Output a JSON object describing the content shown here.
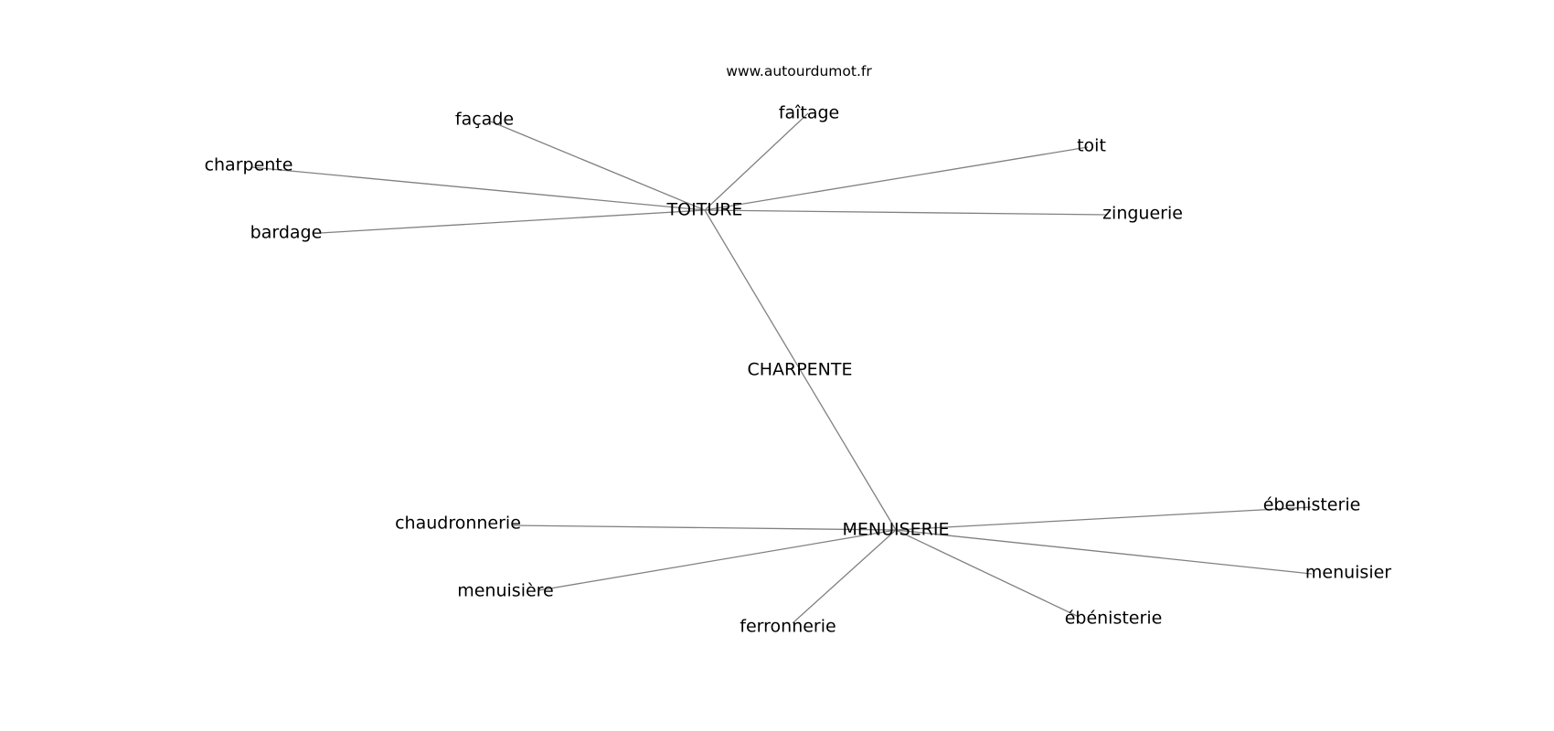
{
  "watermark": "www.autourdumot.fr",
  "colors": {
    "edge": "#808080",
    "text": "#000000",
    "background": "#ffffff"
  },
  "graph": {
    "center": "CHARPENTE",
    "hubs": [
      "TOITURE",
      "MENUISERIE"
    ],
    "nodes": [
      {
        "id": "charpente_center",
        "label": "CHARPENTE"
      },
      {
        "id": "toiture",
        "label": "TOITURE"
      },
      {
        "id": "menuiserie",
        "label": "MENUISERIE"
      },
      {
        "id": "facade",
        "label": "façade"
      },
      {
        "id": "faitage",
        "label": "faîtage"
      },
      {
        "id": "toit",
        "label": "toit"
      },
      {
        "id": "charpente",
        "label": "charpente"
      },
      {
        "id": "zinguerie",
        "label": "zinguerie"
      },
      {
        "id": "bardage",
        "label": "bardage"
      },
      {
        "id": "chaudronnerie",
        "label": "chaudronnerie"
      },
      {
        "id": "ebenisterie1",
        "label": "ébenisterie"
      },
      {
        "id": "menuisier",
        "label": "menuisier"
      },
      {
        "id": "menuisiere",
        "label": "menuisière"
      },
      {
        "id": "ferronnerie",
        "label": "ferronnerie"
      },
      {
        "id": "ebenisterie2",
        "label": "ébénisterie"
      }
    ],
    "edges": [
      [
        "toiture",
        "menuiserie"
      ],
      [
        "toiture",
        "facade"
      ],
      [
        "toiture",
        "faitage"
      ],
      [
        "toiture",
        "toit"
      ],
      [
        "toiture",
        "charpente"
      ],
      [
        "toiture",
        "zinguerie"
      ],
      [
        "toiture",
        "bardage"
      ],
      [
        "menuiserie",
        "chaudronnerie"
      ],
      [
        "menuiserie",
        "ebenisterie1"
      ],
      [
        "menuiserie",
        "menuisier"
      ],
      [
        "menuiserie",
        "menuisiere"
      ],
      [
        "menuiserie",
        "ferronnerie"
      ],
      [
        "menuiserie",
        "ebenisterie2"
      ]
    ]
  }
}
